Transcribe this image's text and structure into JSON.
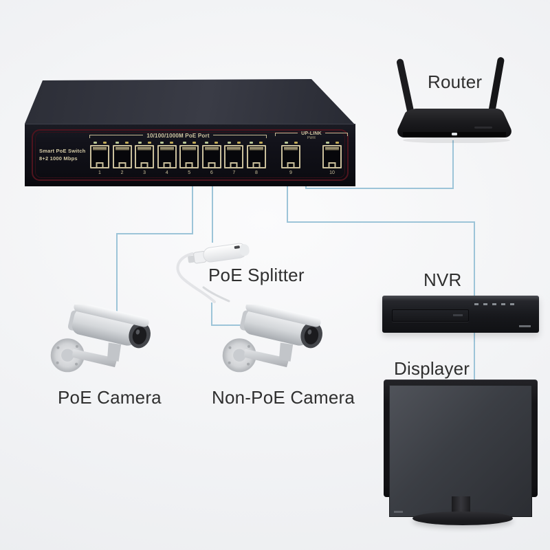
{
  "colors": {
    "cable": "#9cc4d8",
    "switch_frame_red": "#4e141e",
    "port_beige": "#cbc09c",
    "background": "#eef0f2"
  },
  "devices": {
    "switch": {
      "name_line1": "Smart PoE Switch",
      "name_line2": "8+2  1000 Mbps",
      "poe_group_label": "10/100/1000M PoE Port",
      "uplink_label": "UP-LINK",
      "uplink_power_label": "PWR",
      "port_numbers": [
        "1",
        "2",
        "3",
        "4",
        "5",
        "6",
        "7",
        "8",
        "9",
        "10"
      ]
    },
    "router": {
      "label": "Router"
    },
    "poe_splitter": {
      "label": "PoE Splitter"
    },
    "poe_camera": {
      "label": "PoE Camera"
    },
    "non_poe_camera": {
      "label": "Non-PoE Camera"
    },
    "nvr": {
      "label": "NVR"
    },
    "displayer": {
      "label": "Displayer"
    }
  },
  "connections": [
    {
      "from": "switch-port-5",
      "to": "poe-camera"
    },
    {
      "from": "switch-port-6",
      "to": "poe-splitter"
    },
    {
      "from": "poe-splitter",
      "to": "non-poe-camera"
    },
    {
      "from": "switch-port-9",
      "to": "displayer-via-nvr"
    },
    {
      "from": "switch-port-10",
      "to": "router"
    }
  ]
}
